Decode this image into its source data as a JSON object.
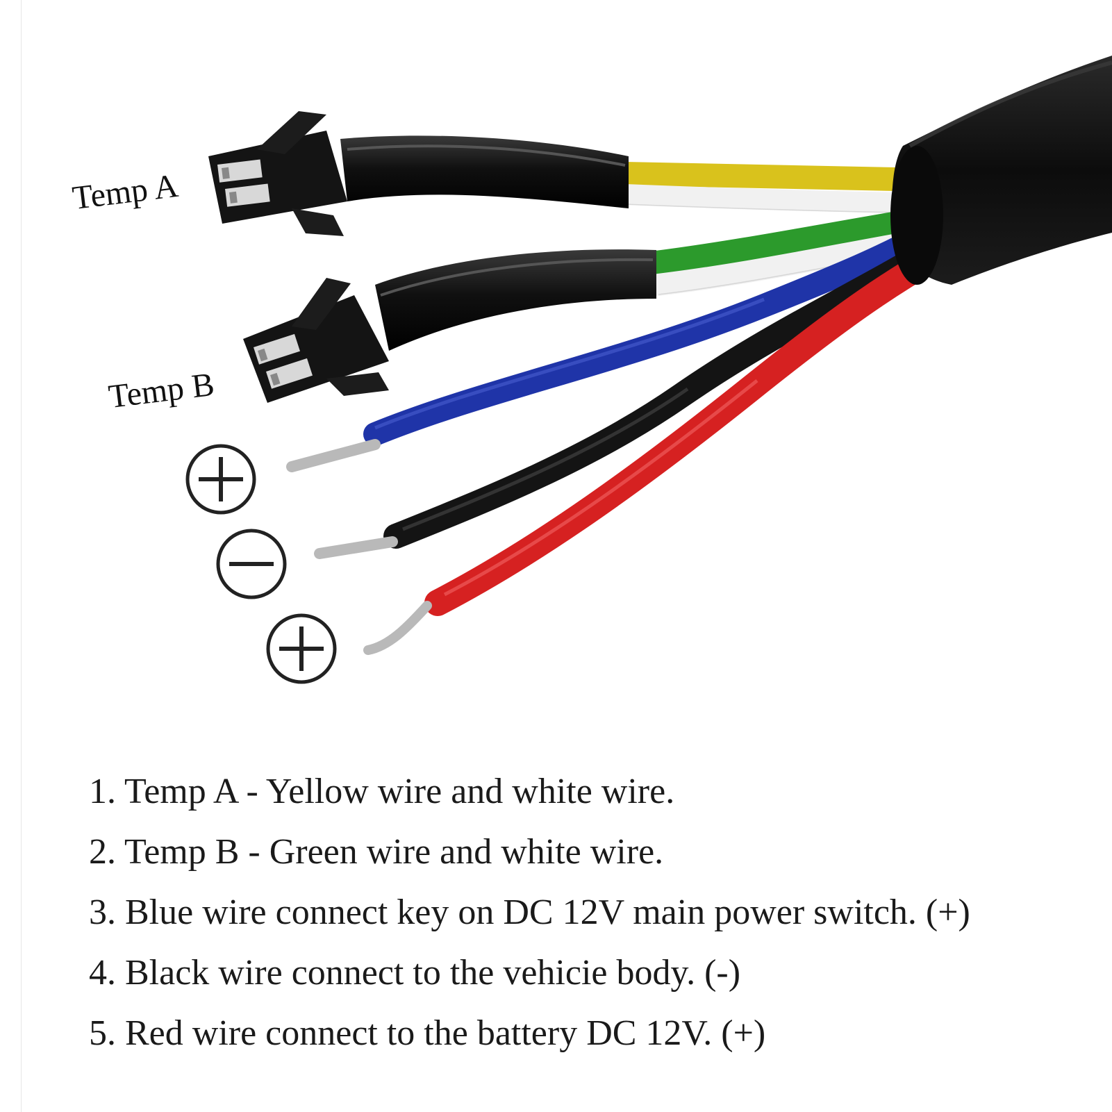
{
  "labels": {
    "temp_a": "Temp A",
    "temp_b": "Temp B"
  },
  "terminals": [
    {
      "wire": "blue",
      "symbol": "plus"
    },
    {
      "wire": "black",
      "symbol": "minus"
    },
    {
      "wire": "red",
      "symbol": "plus"
    }
  ],
  "legend": [
    "1. Temp A - Yellow wire and white wire.",
    "2. Temp B - Green wire and white wire.",
    "3. Blue wire connect key on DC 12V main power switch. (+)",
    "4. Black wire connect to the vehicie body. (-)",
    "5. Red wire connect to the battery DC 12V. (+)"
  ],
  "colors": {
    "yellow": "#d9c21c",
    "white": "#f2f2f2",
    "green": "#2c9a2c",
    "blue": "#1f34a8",
    "black": "#141414",
    "red": "#d62121",
    "jacket": "#101010",
    "metal": "#b9b9b9"
  }
}
